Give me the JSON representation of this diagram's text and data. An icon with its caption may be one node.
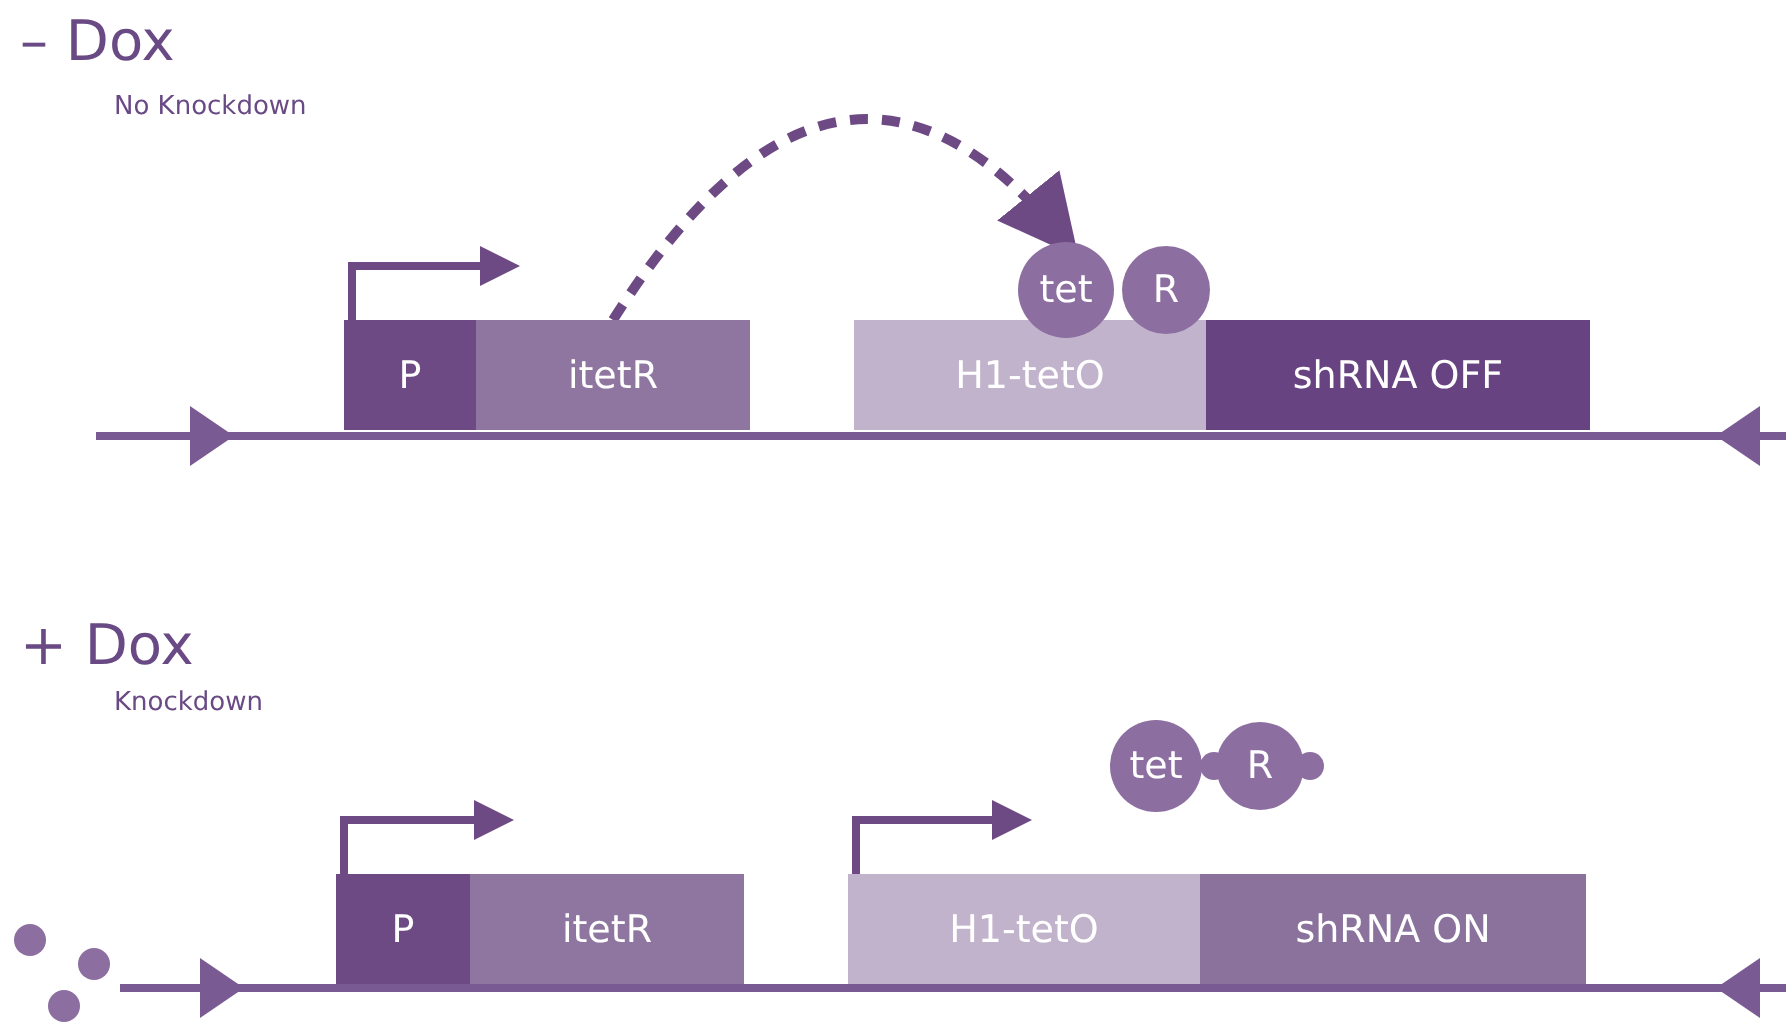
{
  "diagram": {
    "nodes": [
      {
        "text": [
          "P"
        ]
      },
      {
        "text": [
          "itetR"
        ]
      },
      {
        "text": [
          "H1-tetO"
        ]
      },
      {
        "text": [
          "shRNA OFF"
        ]
      },
      {
        "text": [
          "tet"
        ]
      },
      {
        "text": [
          "R"
        ]
      },
      {
        "text": [
          "P"
        ]
      },
      {
        "text": [
          "itetR"
        ]
      },
      {
        "text": [
          "H1-tetO"
        ]
      },
      {
        "text": [
          "shRNA ON"
        ]
      },
      {
        "text": [
          "tet"
        ]
      },
      {
        "text": [
          "R"
        ]
      },
      {
        "text": [],
        "shape": "circle"
      },
      {
        "text": [],
        "shape": "circle"
      },
      {
        "text": [],
        "shape": "circle"
      }
    ],
    "edges": [
      {
        "from": 1,
        "to": 4,
        "arrow": "to",
        "style": "dashed"
      },
      {
        "from": 0,
        "to": 1,
        "arrow": "to"
      },
      {
        "from": 6,
        "to": 7,
        "arrow": "to"
      },
      {
        "from": 8,
        "to": null,
        "arrow": "to"
      }
    ],
    "labels": [
      "– Dox",
      "No Knockdown",
      "+ Dox",
      "Knockdown"
    ]
  }
}
